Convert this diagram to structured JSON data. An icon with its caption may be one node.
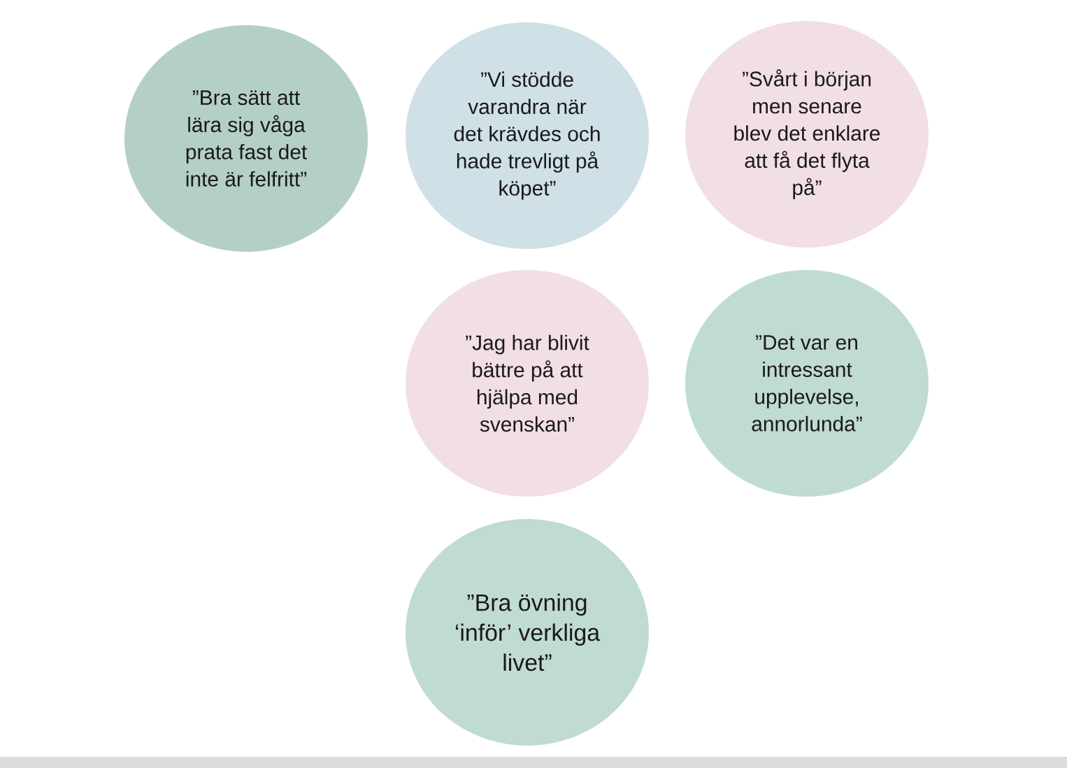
{
  "diagram": {
    "nodes": [
      {
        "text": [
          "”Bra sätt att lära sig våga prata fast det inte är felfritt”"
        ]
      },
      {
        "text": [
          "”Vi stödde varandra när det krävdes och hade trevligt på köpet”"
        ]
      },
      {
        "text": [
          "”Svårt i början men senare blev det enklare att få det flyta på”"
        ]
      },
      {
        "text": [
          "”Jag har blivit bättre på att hjälpa med svenskan”"
        ]
      },
      {
        "text": [
          "”Det var en intressant upplevelse, annorlunda”"
        ]
      },
      {
        "text": [
          "”Bra övning ‘inför’ verkliga livet”"
        ]
      }
    ]
  }
}
